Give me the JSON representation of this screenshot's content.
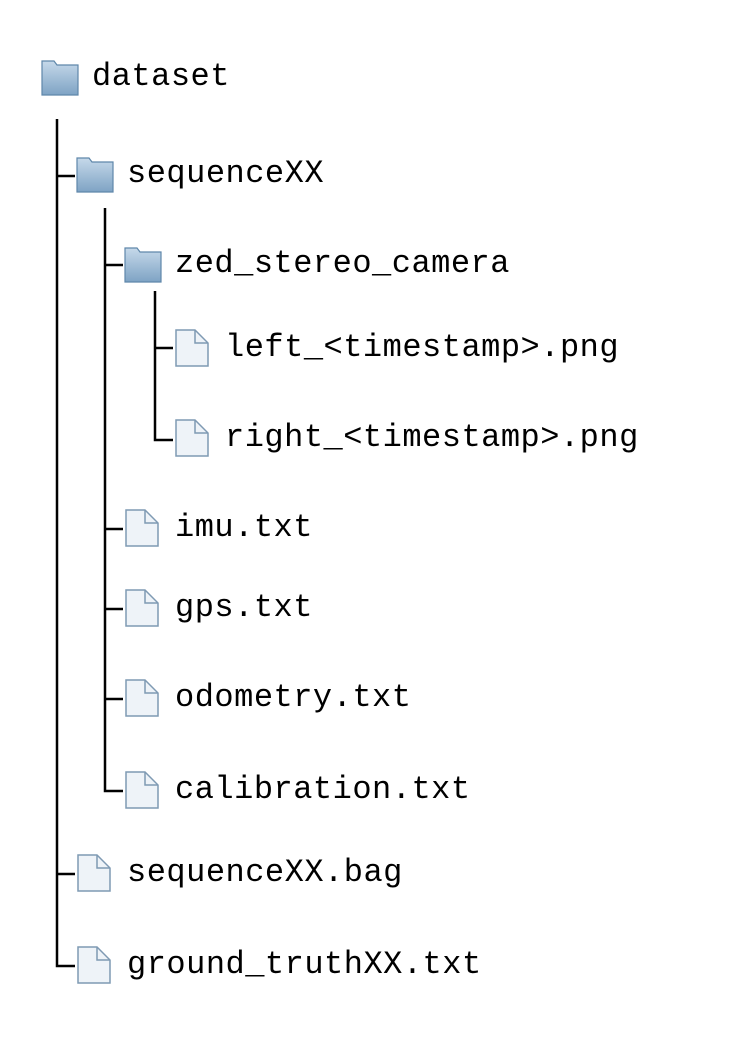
{
  "tree": {
    "root": {
      "label": "dataset",
      "icon": "folder-icon"
    },
    "sequence": {
      "label": "sequenceXX",
      "icon": "folder-icon"
    },
    "camera": {
      "label": "zed_stereo_camera",
      "icon": "folder-icon"
    },
    "left_image": {
      "label": "left_<timestamp>.png",
      "icon": "file-icon"
    },
    "right_image": {
      "label": "right_<timestamp>.png",
      "icon": "file-icon"
    },
    "imu": {
      "label": "imu.txt",
      "icon": "file-icon"
    },
    "gps": {
      "label": "gps.txt",
      "icon": "file-icon"
    },
    "odometry": {
      "label": "odometry.txt",
      "icon": "file-icon"
    },
    "calibration": {
      "label": "calibration.txt",
      "icon": "file-icon"
    },
    "bag": {
      "label": "sequenceXX.bag",
      "icon": "file-icon"
    },
    "ground_truth": {
      "label": "ground_truthXX.txt",
      "icon": "file-icon"
    }
  },
  "colors": {
    "line": "#000000",
    "folder_top": "#b9cfe3",
    "folder_bottom": "#7ea3c4",
    "folder_stroke": "#5f87aa",
    "file_fill": "#eef3f8",
    "file_stroke": "#7f9ab3"
  }
}
